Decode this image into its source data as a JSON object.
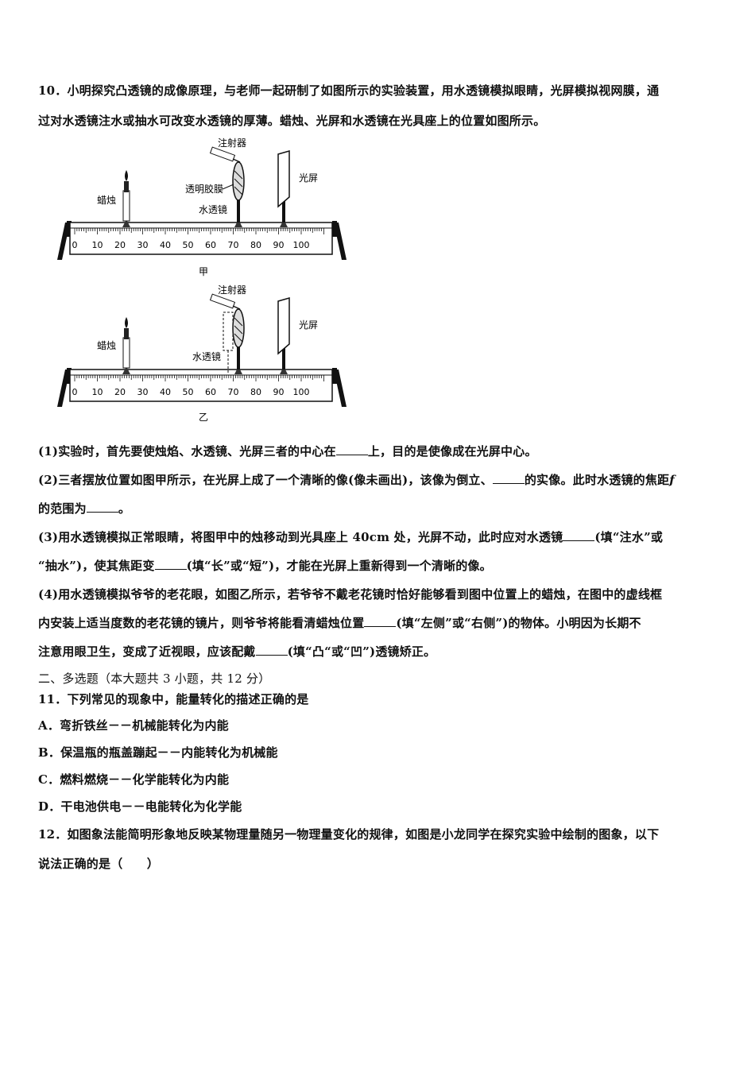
{
  "q10": {
    "intro1": "10．小明探究凸透镜的成像原理，与老师一起研制了如图所示的实验装置，用水透镜模拟眼睛，光屏模拟视网膜，通",
    "intro2": "过对水透镜注水或抽水可改变水透镜的厚薄。蜡烛、光屏和水透镜在光具座上的位置如图所示。",
    "fig_a": {
      "syringe": "注射器",
      "film": "透明胶膜",
      "lens": "水透镜",
      "candle": "蜡烛",
      "screen": "光屏",
      "caption": "甲"
    },
    "fig_b": {
      "syringe": "注射器",
      "lens": "水透镜",
      "candle": "蜡烛",
      "screen": "光屏",
      "caption": "乙"
    },
    "scale": [
      "0",
      "10",
      "20",
      "30",
      "40",
      "50",
      "60",
      "70",
      "80",
      "90",
      "100"
    ],
    "p1_a": "(1)实验时，首先要使烛焰、水透镜、光屏三者的中心在",
    "p1_b": "上，目的是使像成在光屏中心。",
    "p2_a": "(2)三者摆放位置如图甲所示，在光屏上成了一个清晰的像(像未画出)，该像为倒立、",
    "p2_b": "的实像。此时水透镜的焦距",
    "p2_f": "f",
    "p2_c": "的范围为",
    "p2_d": "。",
    "p3_a": "(3)用水透镜模拟正常眼睛，将图甲中的烛移动到光具座上 40cm 处，光屏不动，此时应对水透镜",
    "p3_b": "(填“注水”或",
    "p3_c": "“抽水”)，使其焦距变",
    "p3_d": "(填“长”或“短”)，才能在光屏上重新得到一个清晰的像。",
    "p4_a": "(4)用水透镜模拟爷爷的老花眼，如图乙所示，若爷爷不戴老花镜时恰好能够看到图中位置上的蜡烛，在图中的虚线框",
    "p4_b": "内安装上适当度数的老花镜的镜片，则爷爷将能看清蜡烛位置",
    "p4_c": "(填“左侧”或“右侧”)的物体。小明因为长期不",
    "p4_d": "注意用眼卫生，变成了近视眼，应该配戴",
    "p4_e": "(填“凸“或“凹”)透镜矫正。"
  },
  "section2": "二、多选题（本大题共 3 小题，共 12 分）",
  "q11": {
    "stem": "11．下列常见的现象中，能量转化的描述正确的是",
    "a": "A．弯折铁丝－－机械能转化为内能",
    "b": "B．保温瓶的瓶盖蹦起－－内能转化为机械能",
    "c": "C．燃料燃烧－－化学能转化为内能",
    "d": "D．干电池供电－－电能转化为化学能"
  },
  "q12": {
    "stem1": "12．如图象法能简明形象地反映某物理量随另一物理量变化的规律，如图是小龙同学在探究实验中绘制的图象，以下",
    "stem2": "说法正确的是（　　）"
  }
}
